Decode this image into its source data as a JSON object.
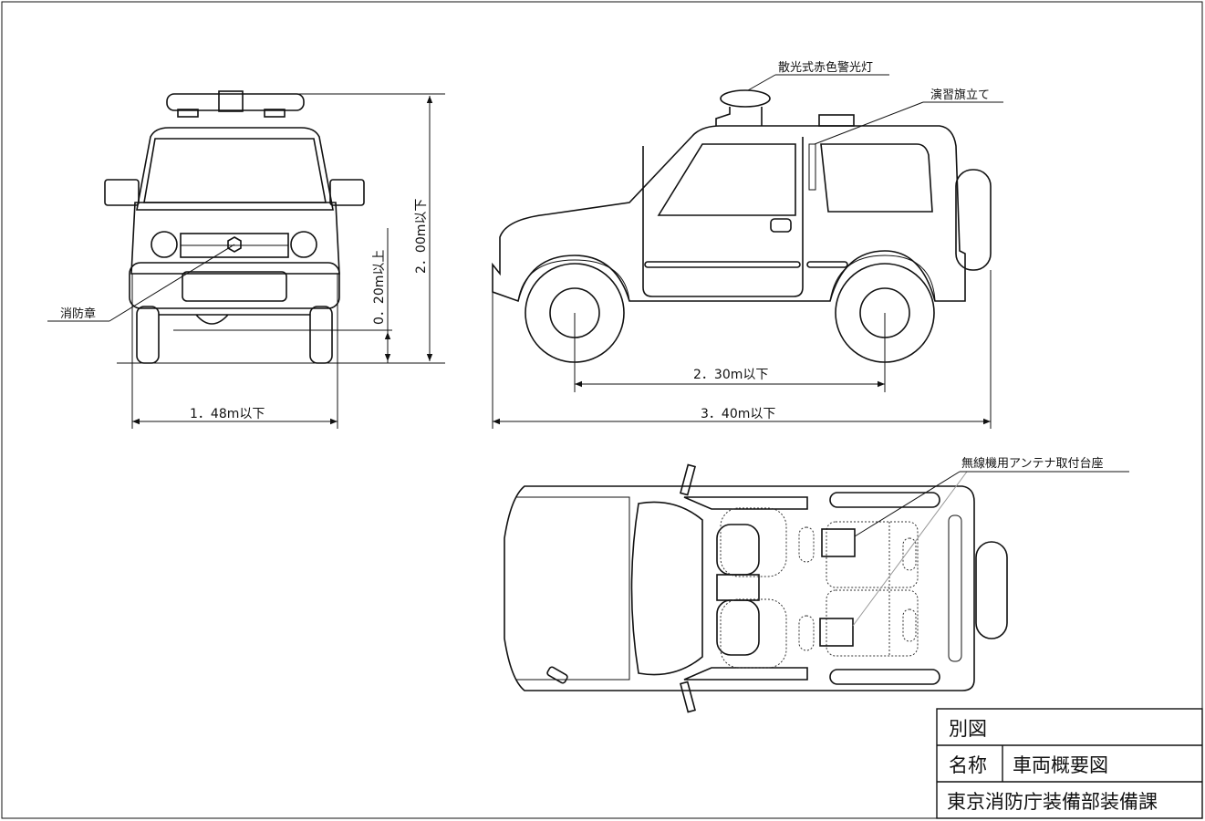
{
  "labels": {
    "warning_light": "散光式赤色警光灯",
    "flag_stand": "演習旗立て",
    "fire_emblem": "消防章",
    "antenna_mount": "無線機用アンテナ取付台座"
  },
  "dimensions": {
    "front_width": "1．48m以下",
    "height": "2．00m以下",
    "ground_clearance": "0．20m以上",
    "wheelbase": "2．30m以下",
    "length": "3．40m以下"
  },
  "title_block": {
    "sheet": "別図",
    "name_label": "名称",
    "name_value": "車両概要図",
    "department": "東京消防庁装備部装備課"
  }
}
